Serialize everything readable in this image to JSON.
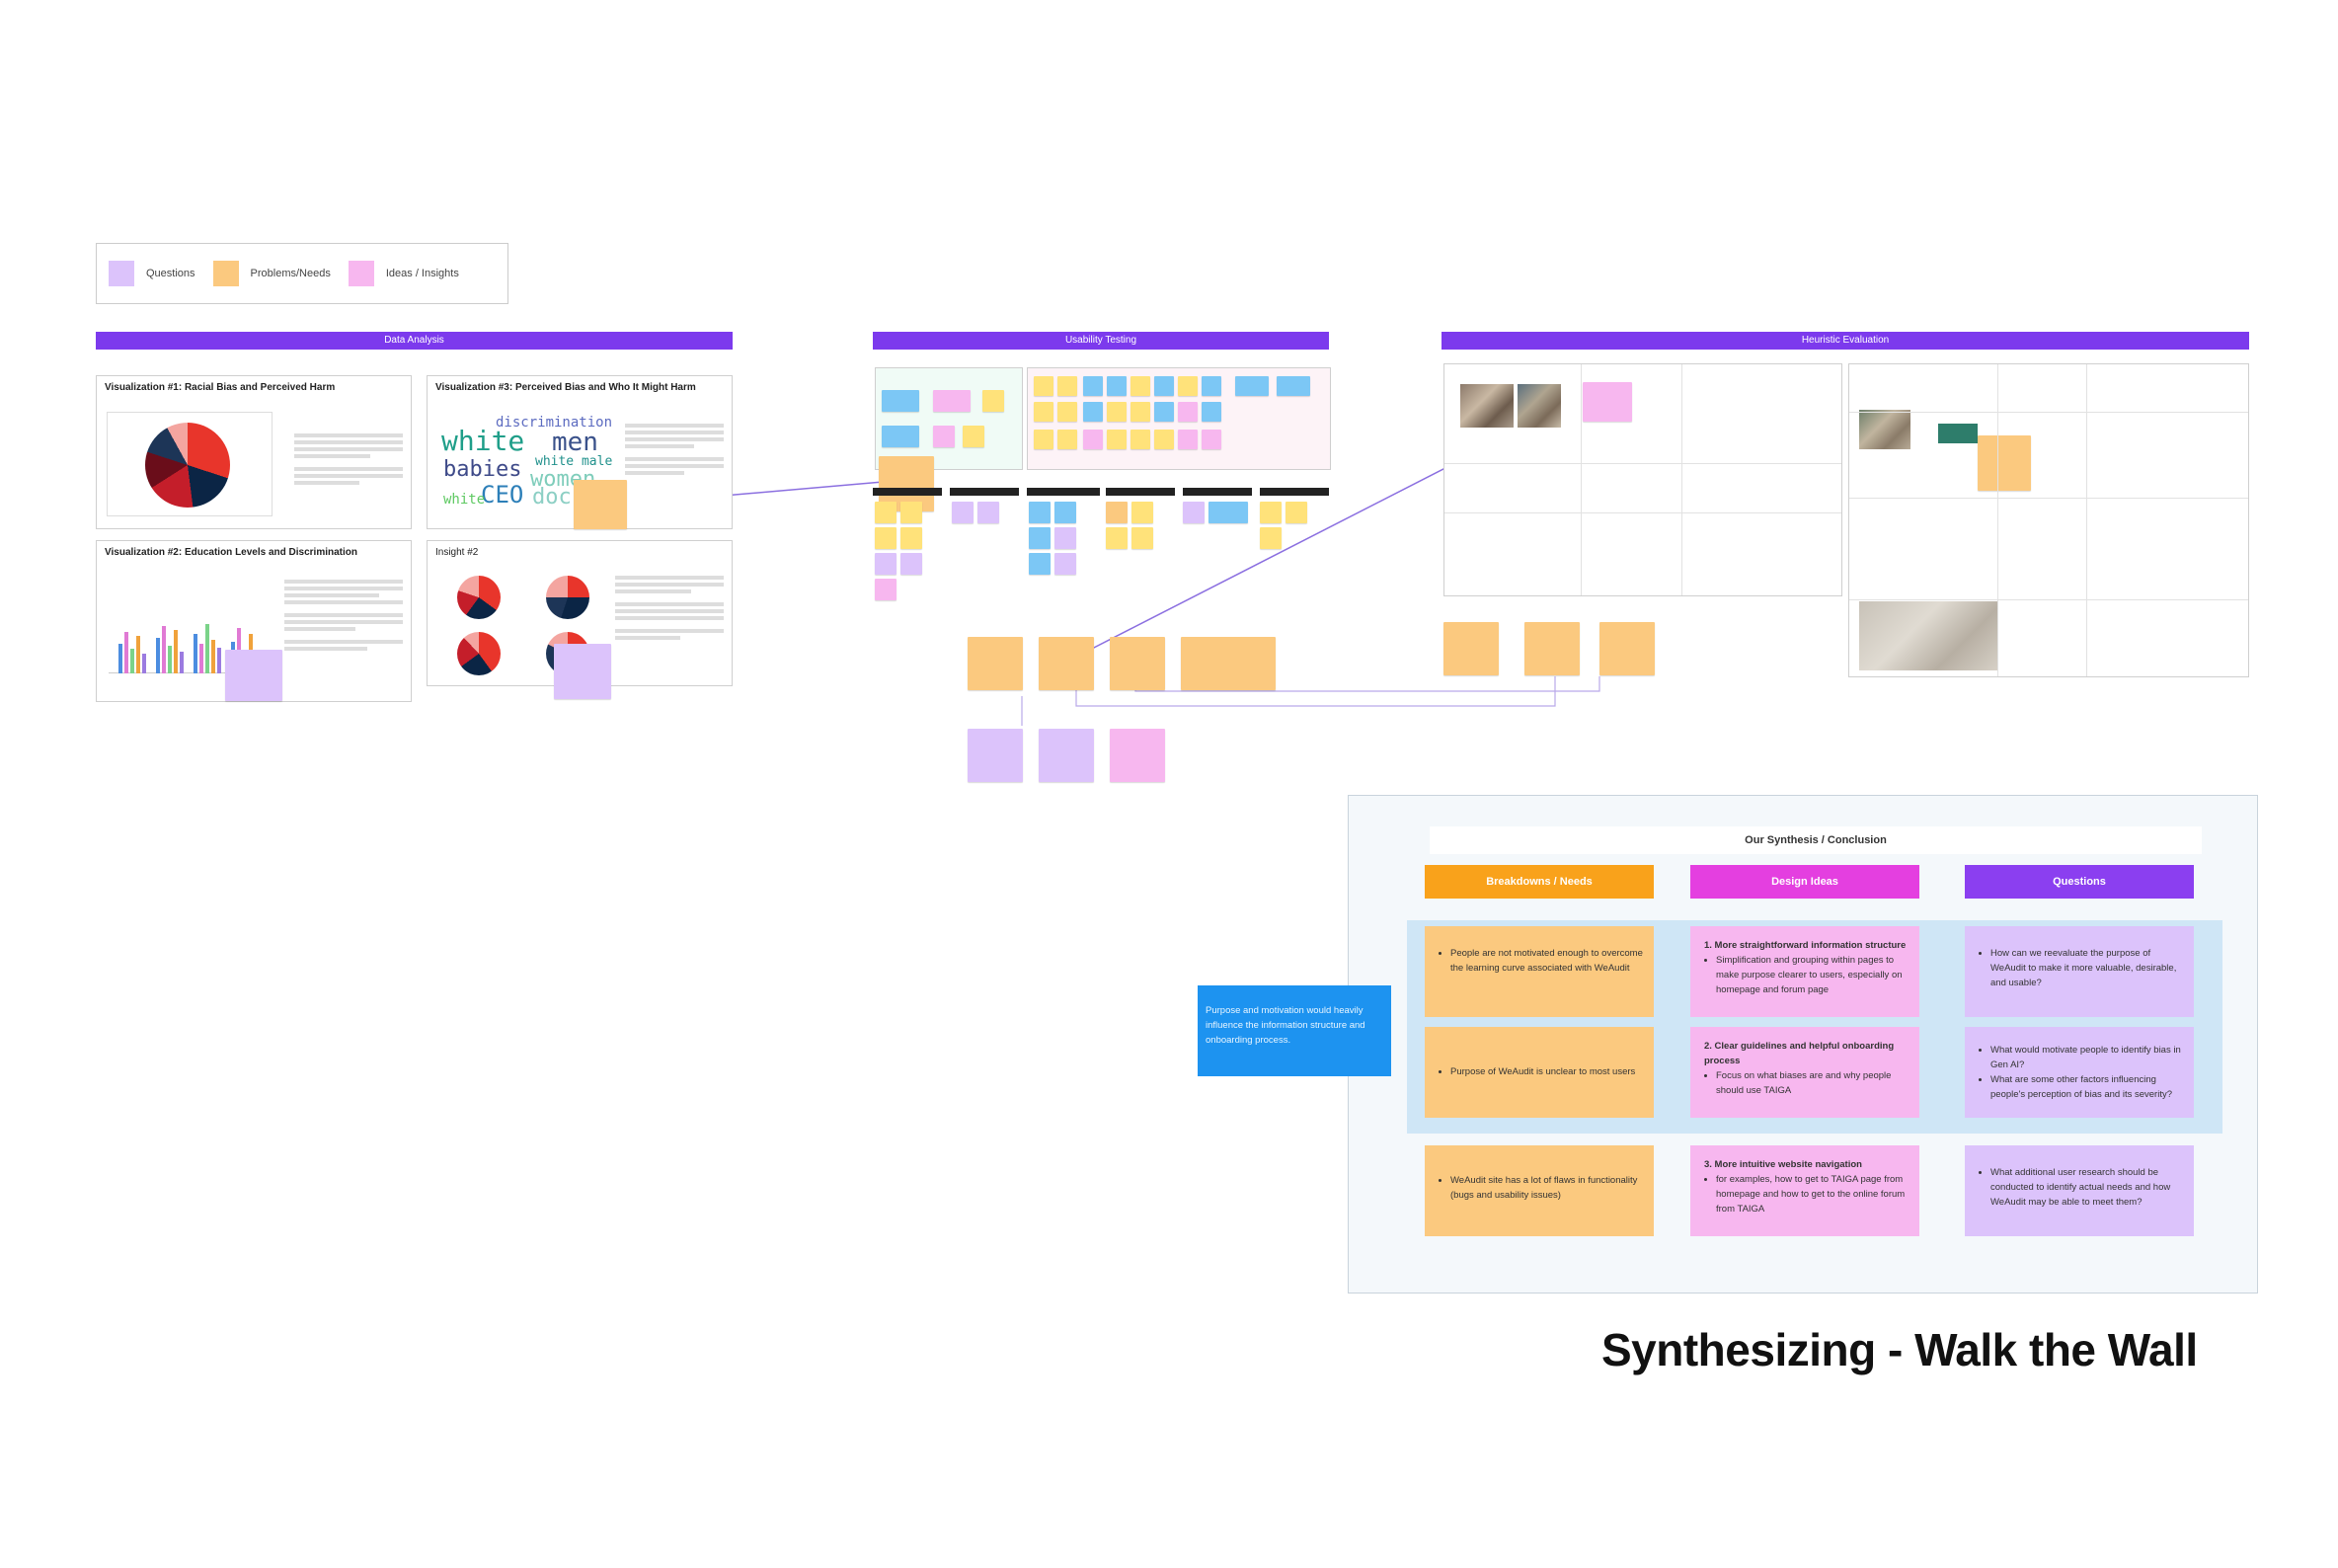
{
  "legend": [
    {
      "label": "Questions",
      "color": "#dcc3fb"
    },
    {
      "label": "Problems/Needs",
      "color": "#fbc97f"
    },
    {
      "label": "Ideas / Insights",
      "color": "#f7b7ef"
    }
  ],
  "sections": {
    "data_analysis": "Data Analysis",
    "usability_testing": "Usability Testing",
    "heuristic_evaluation": "Heuristic Evaluation"
  },
  "viz_cards": {
    "v1": "Visualization #1: Racial Bias and Perceived Harm",
    "v3": "Visualization #3: Perceived Bias and Who It Might Harm",
    "v2": "Visualization #2: Education Levels and Discrimination",
    "insight": "Insight #2"
  },
  "wordcloud": [
    "discrimination",
    "white",
    "men",
    "white male",
    "babies",
    "women",
    "CEO",
    "doc",
    "white"
  ],
  "synthesis": {
    "title": "Our Synthesis / Conclusion",
    "columns": [
      {
        "label": "Breakdowns / Needs",
        "color": "#f9a21b"
      },
      {
        "label": "Design Ideas",
        "color": "#e43fe0"
      },
      {
        "label": "Questions",
        "color": "#8b3ff0"
      }
    ],
    "needs": [
      "People are not motivated enough to overcome the learning curve associated with WeAudit",
      "Purpose of WeAudit is unclear to most users",
      "WeAudit site has a lot of flaws in functionality (bugs and usability issues)"
    ],
    "ideas": [
      {
        "title": "1. More straightforward information structure",
        "points": [
          "Simplification and grouping within pages to make purpose clearer to users, especially on homepage and forum page"
        ]
      },
      {
        "title": "2. Clear guidelines and helpful onboarding process",
        "points": [
          "Focus on what biases are and why people should use TAIGA"
        ]
      },
      {
        "title": "3. More intuitive website navigation",
        "points": [
          "for examples, how to get to TAIGA page from homepage and how to get to the online forum from TAIGA"
        ]
      }
    ],
    "questions": [
      [
        "How can we reevaluate the purpose of WeAudit to make it more valuable, desirable, and usable?"
      ],
      [
        "What would motivate people to identify bias in Gen AI?",
        "What are some other factors influencing people's perception of bias and its severity?"
      ],
      [
        "What additional user research should be conducted to identify actual needs and how WeAudit may be able to meet them?"
      ]
    ],
    "callout": "Purpose and motivation would heavily influence the information structure and onboarding process."
  },
  "headline": "Synthesizing - Walk the Wall"
}
